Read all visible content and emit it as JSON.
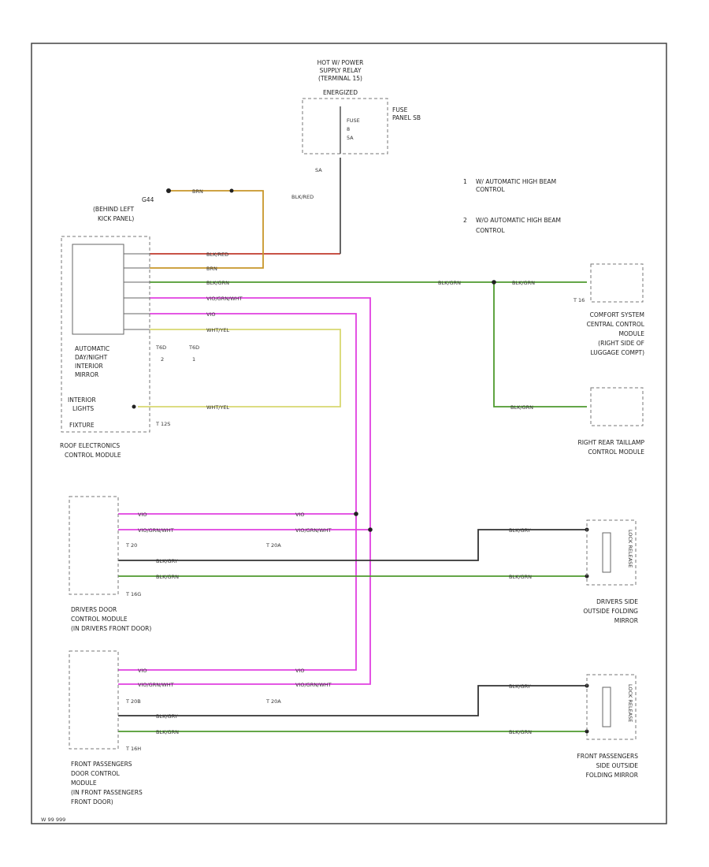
{
  "diagram_id": "W 99 999",
  "notes": [
    {
      "num": "1",
      "line1": "W/ AUTOMATIC HIGH BEAM",
      "line2": "CONTROL"
    },
    {
      "num": "2",
      "line1": "W/O AUTOMATIC HIGH BEAM",
      "line2": "CONTROL"
    }
  ],
  "components": {
    "relay": {
      "l1": "HOT W/ POWER",
      "l2": "SUPPLY RELAY",
      "l3": "(TERMINAL 15)",
      "l4": "ENERGIZED"
    },
    "fuse": {
      "name": "FUSE",
      "num": "8",
      "amp": "5A",
      "panel1": "FUSE",
      "panel2": "PANEL SB"
    },
    "ground": {
      "id": "G44",
      "l1": "(BEHIND LEFT",
      "l2": "KICK PANEL)"
    },
    "mirror": {
      "l1": "AUTOMATIC",
      "l2": "DAY/NIGHT",
      "l3": "INTERIOR",
      "l4": "MIRROR"
    },
    "lights": {
      "l1": "INTERIOR",
      "l2": "LIGHTS",
      "l3": "FIXTURE"
    },
    "roof": {
      "l1": "ROOF ELECTRONICS",
      "l2": "CONTROL MODULE",
      "conn_a": "T6D",
      "conn_b": "T6D",
      "num_a": "2",
      "num_b": "1",
      "conn_c": "T 12S"
    },
    "comfort": {
      "conn": "T 16",
      "l1": "COMFORT SYSTEM",
      "l2": "CENTRAL CONTROL",
      "l3": "MODULE",
      "l4": "(RIGHT SIDE OF",
      "l5": "LUGGAGE COMPT)"
    },
    "tail": {
      "l1": "RIGHT REAR TAILLAMP",
      "l2": "CONTROL MODULE"
    },
    "drv_door": {
      "l1": "DRIVERS DOOR",
      "l2": "CONTROL MODULE",
      "l3": "(IN DRIVERS FRONT DOOR)",
      "conn_a": "T 20",
      "conn_b": "T 16G",
      "conn_c": "T 20A"
    },
    "drv_mirror": {
      "l1": "DRIVERS SIDE",
      "l2": "OUTSIDE FOLDING",
      "l3": "MIRROR",
      "side": "LOCK RELEASE"
    },
    "pass_door": {
      "l1": "FRONT PASSENGERS",
      "l2": "DOOR CONTROL",
      "l3": "MODULE",
      "l4": "(IN FRONT PASSENGERS",
      "l5": "FRONT DOOR)",
      "conn_a": "T 20B",
      "conn_b": "T 16H",
      "conn_c": "T 20A"
    },
    "pass_mirror": {
      "l1": "FRONT PASSENGERS",
      "l2": "SIDE OUTSIDE",
      "l3": "FOLDING MIRROR",
      "side": "LOCK RELEASE"
    }
  },
  "wires": {
    "brn": "BRN",
    "bluered": "BLK/RED",
    "sa": "SA",
    "bluegrn": "BLK/GRN",
    "vio": "VIO",
    "viogrnwht": "VIO/GRN/WHT",
    "whtyel": "WHT/YEL",
    "blkgry": "BLK/GRY"
  },
  "colors": {
    "red": "#c0392b",
    "brown": "#c8962a",
    "gray": "#555555",
    "green": "#4e9a2e",
    "violet": "#e040e0",
    "yellow": "#d8d870",
    "dark": "#333333"
  }
}
